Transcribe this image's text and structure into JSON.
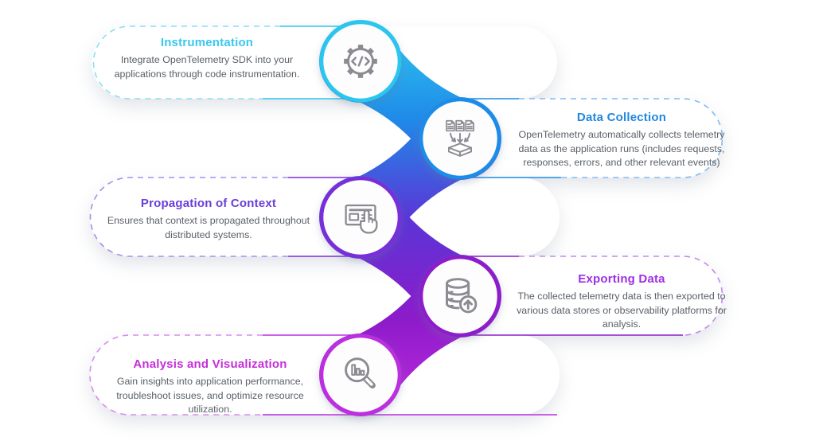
{
  "diagram": {
    "background_color": "#ffffff",
    "icon_color": "#8b8b92",
    "body_text_color": "#5a6067",
    "connector_gradient": [
      "#2fcbf2",
      "#1f8ae8",
      "#5b35d6",
      "#8c1bca",
      "#c32bdf"
    ],
    "steps": [
      {
        "title": "Instrumentation",
        "description": "Integrate OpenTelemetry SDK into your applications through code instrumentation.",
        "side": "left",
        "title_color": "#38c8ef",
        "ring_color": "#2cc6ee",
        "dash_color": "#8adef5",
        "icon": "gear-code-icon"
      },
      {
        "title": "Data Collection",
        "description": "OpenTelemetry automatically collects telemetry data as the application runs (includes  requests, responses, errors, and other relevant events)",
        "side": "right",
        "title_color": "#1f87de",
        "ring_color": "#1f8ce9",
        "dash_color": "#82bbf2",
        "icon": "documents-collection-icon"
      },
      {
        "title": "Propagation of Context",
        "description": "Ensures that context is propagated throughout distributed systems.",
        "side": "left",
        "title_color": "#6a3ed8",
        "ring_color": "#7a2ed9",
        "dash_color": "#a98fe9",
        "icon": "context-card-hand-icon"
      },
      {
        "title": "Exporting Data",
        "description": "The collected telemetry data is then exported to various data stores or observability platforms for analysis.",
        "side": "right",
        "title_color": "#9e2ee4",
        "ring_color": "#8d1cca",
        "dash_color": "#c488ec",
        "icon": "database-upload-icon"
      },
      {
        "title": "Analysis and Visualization",
        "description": "Gain insights into application performance, troubleshoot issues, and optimize resource utilization.",
        "side": "left",
        "title_color": "#c52fd9",
        "ring_color": "#bc2fe0",
        "dash_color": "#d88ced",
        "icon": "search-chart-icon"
      }
    ]
  }
}
